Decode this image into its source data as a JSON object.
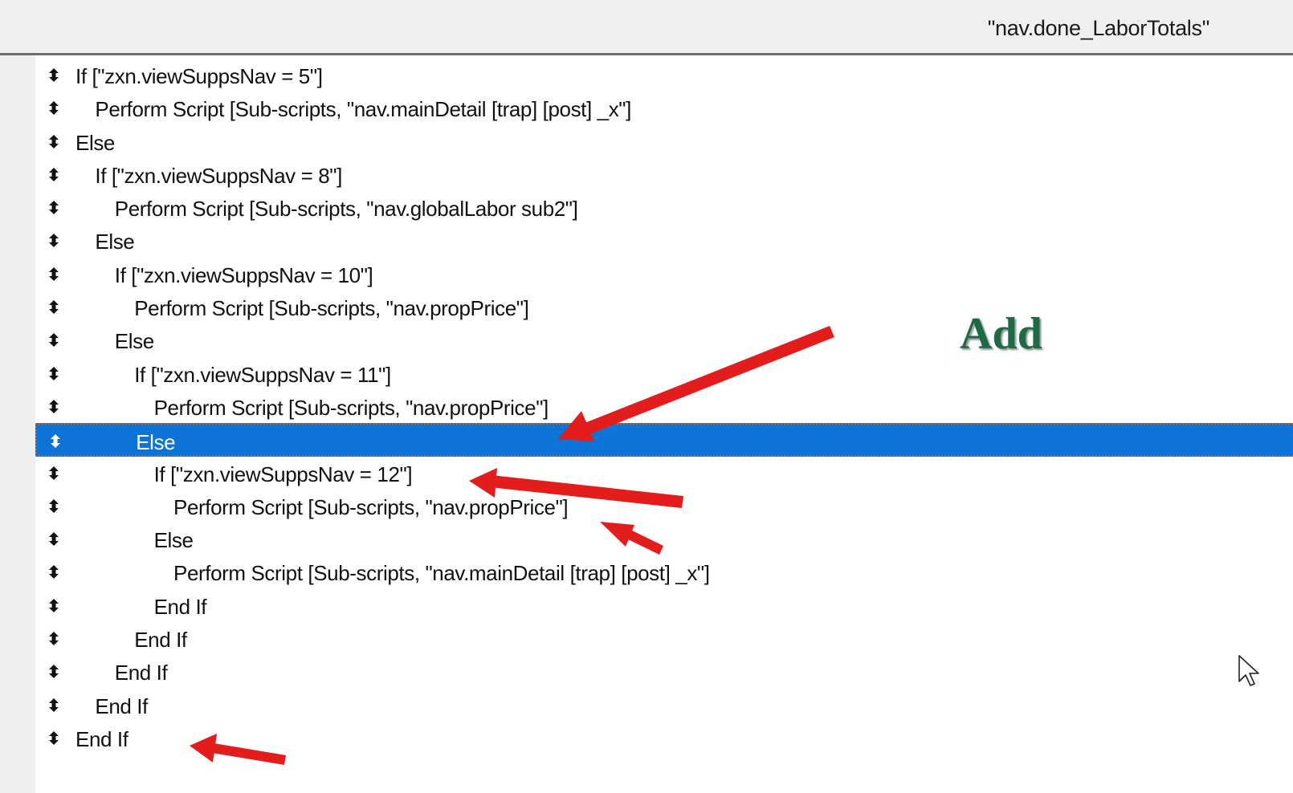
{
  "window": {
    "script_name": "\"nav.done_LaborTotals\""
  },
  "steps": [
    {
      "text": "If [\"zxn.viewSuppsNav = 5\"]",
      "indent": 0
    },
    {
      "text": "Perform Script [Sub-scripts, \"nav.mainDetail [trap] [post] _x\"]",
      "indent": 1
    },
    {
      "text": "Else",
      "indent": 0
    },
    {
      "text": "If [\"zxn.viewSuppsNav = 8\"]",
      "indent": 1
    },
    {
      "text": "Perform Script [Sub-scripts, \"nav.globalLabor sub2\"]",
      "indent": 2
    },
    {
      "text": "Else",
      "indent": 1
    },
    {
      "text": "If [\"zxn.viewSuppsNav = 10\"]",
      "indent": 2
    },
    {
      "text": "Perform Script [Sub-scripts, \"nav.propPrice\"]",
      "indent": 3
    },
    {
      "text": "Else",
      "indent": 2
    },
    {
      "text": "If [\"zxn.viewSuppsNav = 11\"]",
      "indent": 3
    },
    {
      "text": "Perform Script [Sub-scripts, \"nav.propPrice\"]",
      "indent": 4
    },
    {
      "text": "Else",
      "indent": 3,
      "selected": true
    },
    {
      "text": "If [\"zxn.viewSuppsNav = 12\"]",
      "indent": 4
    },
    {
      "text": "Perform Script [Sub-scripts, \"nav.propPrice\"]",
      "indent": 5
    },
    {
      "text": "Else",
      "indent": 4
    },
    {
      "text": "Perform Script [Sub-scripts, \"nav.mainDetail [trap] [post] _x\"]",
      "indent": 5
    },
    {
      "text": "End If",
      "indent": 4
    },
    {
      "text": "End If",
      "indent": 3
    },
    {
      "text": "End If",
      "indent": 2
    },
    {
      "text": "End If",
      "indent": 1
    },
    {
      "text": "End If",
      "indent": 0
    }
  ],
  "annotation": {
    "label": "Add",
    "label_color": "#1d6b43",
    "arrow_color": "#e31c1c"
  },
  "colors": {
    "selection": "#0b74d6",
    "selection_border": "#c1641c",
    "gutter": "#efefef",
    "title_bar": "#f0f0f0"
  },
  "icons": {
    "row_handle": "drag-handle-icon",
    "pointer": "mouse-pointer-icon"
  }
}
